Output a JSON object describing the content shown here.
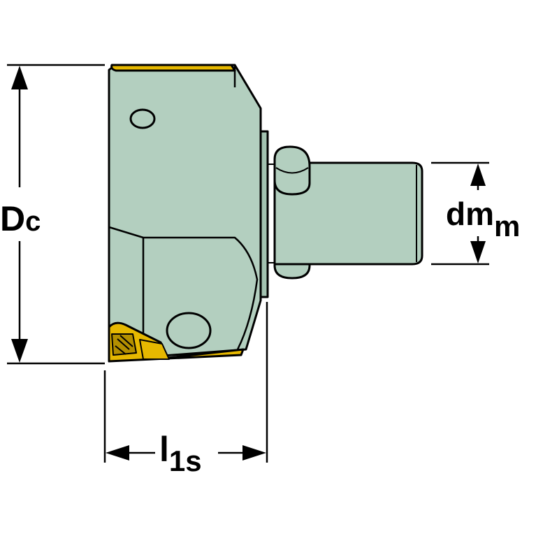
{
  "labels": {
    "cutting_diameter": {
      "main": "D",
      "sub": "c"
    },
    "connection_diameter": {
      "main": "dm",
      "sub": "m"
    },
    "functional_length": {
      "main": "l",
      "sub": "1s"
    }
  },
  "colors": {
    "body": "#b3cfbf",
    "body_shade": "#a3c2b0",
    "insert": "#e6b800",
    "insert_dark": "#b38f00",
    "outline": "#000000",
    "background": "#ffffff"
  }
}
